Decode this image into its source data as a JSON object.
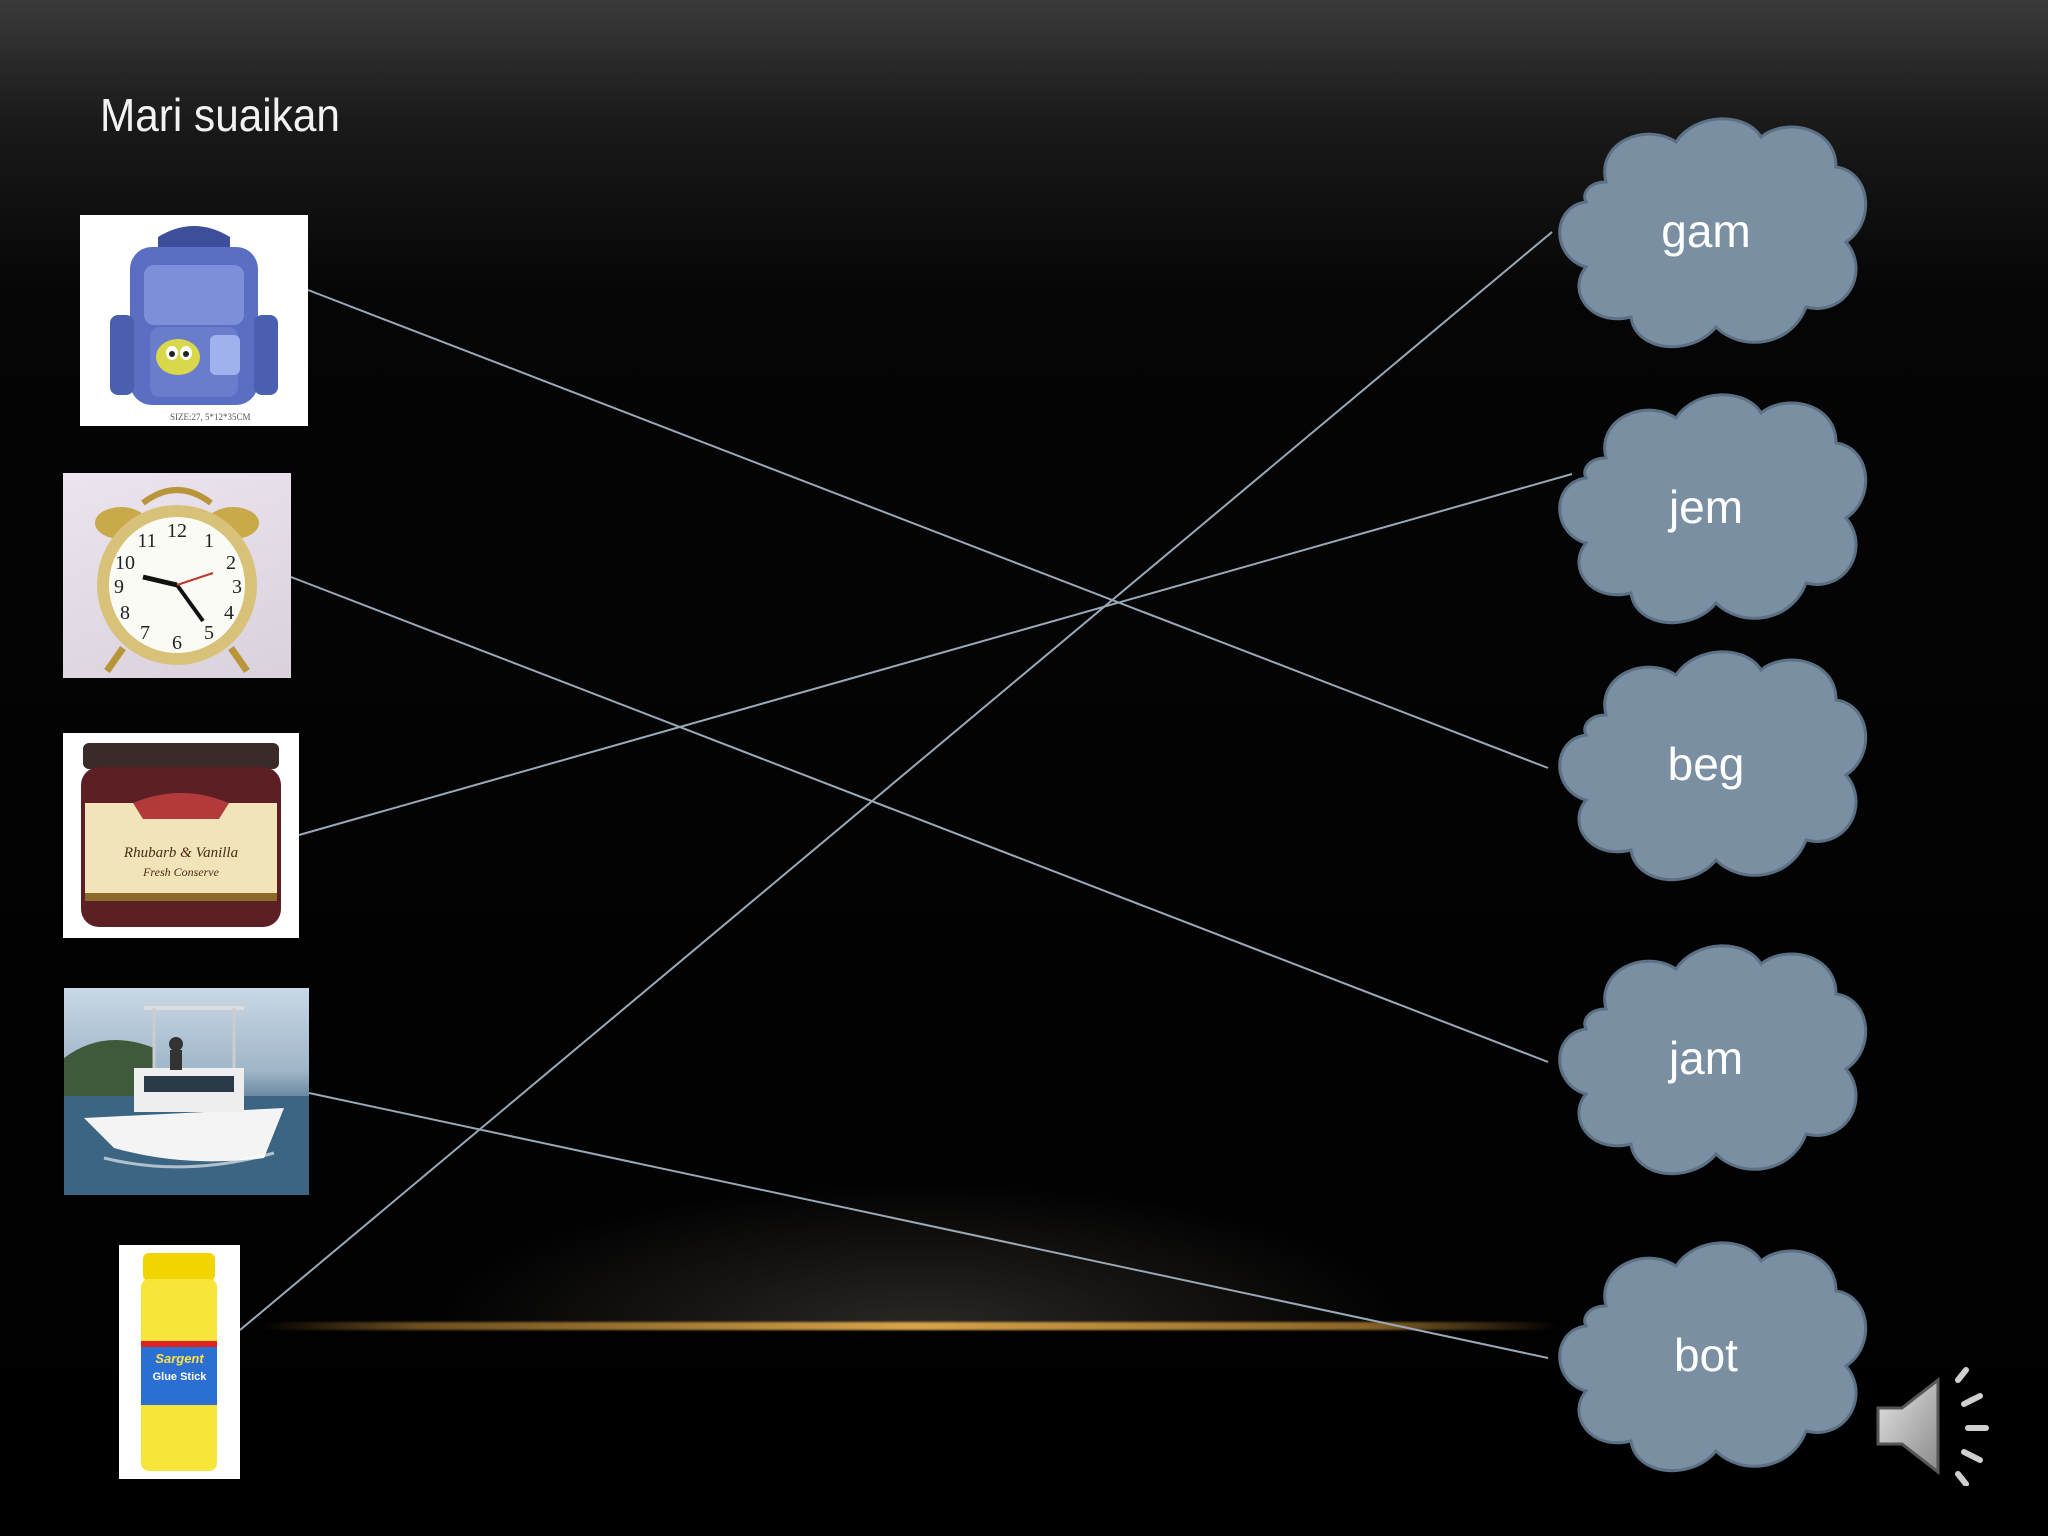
{
  "slide": {
    "title": "Mari suaikan"
  },
  "pictures": [
    {
      "id": "backpack",
      "icon": "backpack-picture",
      "caption": "SIZE:27, 5*12*35CM"
    },
    {
      "id": "clock",
      "icon": "alarm-clock-picture"
    },
    {
      "id": "jar",
      "icon": "jam-jar-picture",
      "label_lines": [
        "Rhubarb & Vanilla",
        "Fresh Conserve"
      ]
    },
    {
      "id": "boat",
      "icon": "boat-picture"
    },
    {
      "id": "glue",
      "icon": "glue-stick-picture",
      "label_lines": [
        "Sargent",
        "Glue Stick"
      ]
    }
  ],
  "words": [
    {
      "id": "gam",
      "label": "gam"
    },
    {
      "id": "jem",
      "label": "jem"
    },
    {
      "id": "beg",
      "label": "beg"
    },
    {
      "id": "jam",
      "label": "jam"
    },
    {
      "id": "bot",
      "label": "bot"
    }
  ],
  "matches": [
    {
      "picture": "backpack",
      "word": "beg"
    },
    {
      "picture": "clock",
      "word": "jam"
    },
    {
      "picture": "jar",
      "word": "jem"
    },
    {
      "picture": "boat",
      "word": "bot"
    },
    {
      "picture": "glue",
      "word": "gam"
    }
  ],
  "colors": {
    "cloud_fill": "#7b8fa3",
    "cloud_stroke": "#5c7185",
    "line": "#9aa9b8",
    "glow": "#d9a54b"
  },
  "audio": {
    "icon": "speaker-icon"
  }
}
